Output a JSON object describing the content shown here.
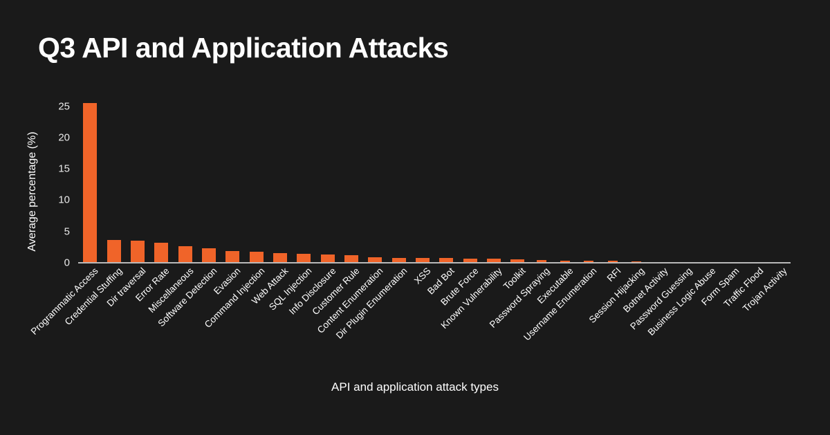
{
  "chart_data": {
    "type": "bar",
    "title": "Q3 API and Application Attacks",
    "xlabel": "API and application attack types",
    "ylabel": "Average percentage (%)",
    "grid": false,
    "legend": null,
    "ylim": [
      0,
      26.5
    ],
    "yticks": [
      0,
      5,
      10,
      15,
      20,
      25
    ],
    "bar_color": "#f06429",
    "background_color": "#1a1a1a",
    "text_color": "#ffffff",
    "axis_color": "#b9b9b9",
    "categories": [
      "Programmatic Access",
      "Credential Stuffing",
      "Dir traversal",
      "Error Rate",
      "Miscellaneous",
      "Software Detection",
      "Evasion",
      "Command Injection",
      "Web Attack",
      "SQL Injection",
      "Info Disclosure",
      "Customer Rule",
      "Content Enumeration",
      "Dir Plugin Enumeration",
      "XSS",
      "Bad Bot",
      "Brute Force",
      "Known Vulnerability",
      "Toolkit",
      "Password Spraying",
      "Executable",
      "Username Enumeration",
      "RFI",
      "Session Hijacking",
      "Botnet Activity",
      "Password Guessing",
      "Business Logic Abuse",
      "Form Spam",
      "Traffic Flood",
      "Trojan Activity"
    ],
    "values": [
      25.5,
      3.7,
      3.5,
      3.2,
      2.6,
      2.3,
      1.9,
      1.8,
      1.5,
      1.4,
      1.3,
      1.2,
      0.9,
      0.8,
      0.8,
      0.8,
      0.7,
      0.7,
      0.6,
      0.45,
      0.35,
      0.3,
      0.3,
      0.25,
      0.0,
      0.0,
      0.0,
      0.0,
      0.0,
      0.0
    ]
  }
}
